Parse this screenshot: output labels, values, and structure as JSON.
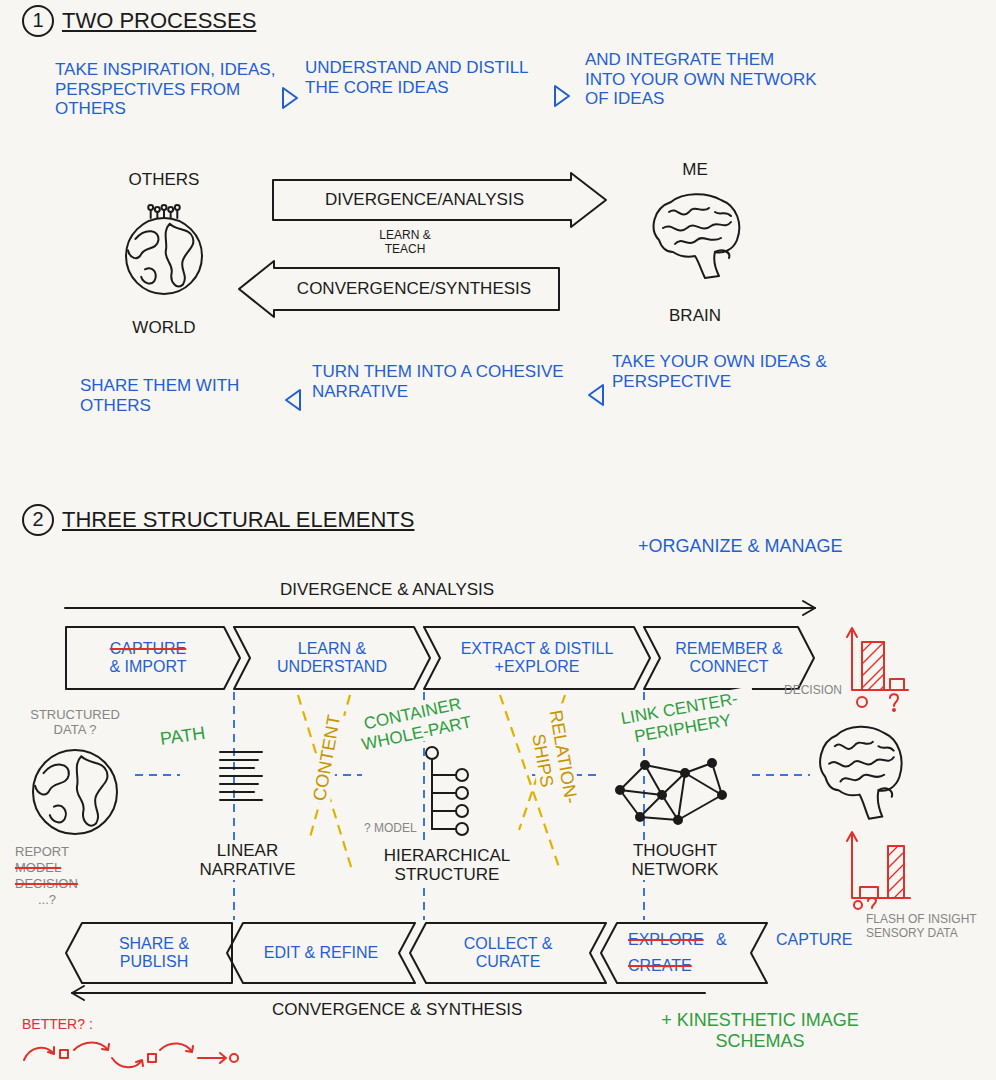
{
  "diagram": {
    "nodes": [
      {
        "text": [
          "OTHERS",
          "WORLD"
        ]
      },
      {
        "text": [
          "DIVERGENCE/ANALYSIS"
        ]
      },
      {
        "text": [
          "ME",
          "BRAIN"
        ]
      },
      {
        "text": [
          "CONVERGENCE/SYNTHESIS"
        ]
      },
      {
        "text": [
          "CAPTURE",
          "& IMPORT"
        ]
      },
      {
        "text": [
          "LEARN & UNDERSTAND"
        ]
      },
      {
        "text": [
          "EXTRACT & DISTILL +EXPLORE"
        ]
      },
      {
        "text": [
          "REMEMBER & CONNECT"
        ]
      },
      {
        "text": [
          "STRUCTURED DATA ?"
        ]
      },
      {
        "text": [
          "LINEAR NARRATIVE"
        ]
      },
      {
        "text": [
          "HIERARCHICAL STRUCTURE"
        ]
      },
      {
        "text": [
          "THOUGHT NETWORK"
        ]
      },
      {
        "text": [
          "SHARE & PUBLISH"
        ]
      },
      {
        "text": [
          "EDIT & REFINE"
        ]
      },
      {
        "text": [
          "COLLECT & CURATE"
        ]
      },
      {
        "text": [
          "EXPLORE",
          "&",
          "CREATE",
          "CAPTURE"
        ]
      }
    ],
    "edges": [
      {
        "from": 8,
        "to": 9,
        "arrow": "none"
      },
      {
        "from": 9,
        "to": 10,
        "arrow": "none"
      },
      {
        "from": 10,
        "to": 11,
        "arrow": "none"
      }
    ],
    "labels": [
      "1",
      "TWO PROCESSES",
      "TAKE INSPIRATION, IDEAS, PERSPECTIVES FROM OTHERS",
      "UNDERSTAND AND DISTILL THE CORE IDEAS",
      "AND INTEGRATE THEM INTO YOUR OWN NETWORK OF IDEAS",
      "LEARN & TEACH",
      "TAKE YOUR OWN IDEAS & PERSPECTIVE",
      "TURN THEM INTO A COHESIVE NARRATIVE",
      "SHARE THEM WITH OTHERS",
      "2",
      "THREE STRUCTURAL ELEMENTS",
      "+ORGANIZE & MANAGE",
      "DIVERGENCE & ANALYSIS",
      "DECISION",
      "PATH",
      "CONTENT",
      "CONTAINER WHOLE-PART",
      "RELATION-SHIPS",
      "LINK CENTER-PERIPHERY",
      "? MODEL",
      "REPORT",
      "MODEL",
      "DECISION",
      "...?",
      "FLASH OF INSIGHT SENSORY DATA",
      "CONVERGENCE & SYNTHESIS",
      "BETTER? :",
      "+ KINESTHETIC IMAGE SCHEMAS"
    ]
  }
}
